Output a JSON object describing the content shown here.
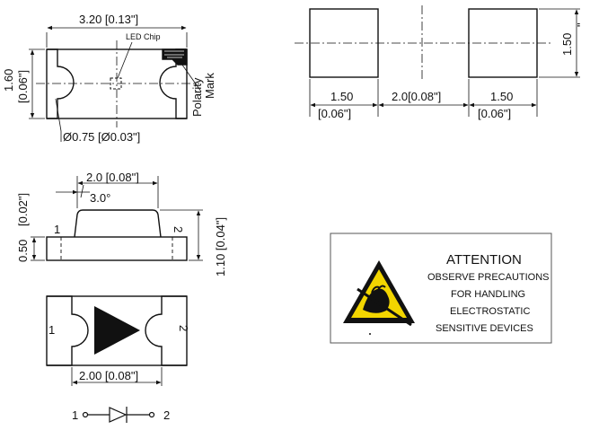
{
  "top_view": {
    "length_dim": "3.20 [0.13\"]",
    "led_chip_label": "LED Chip",
    "height_dim_mm": "1.60",
    "height_dim_in": "[0.06\"]",
    "polarity_line1": "Polarity",
    "polarity_line2": "Mark",
    "hole_dim": "Ø0.75 [Ø0.03\"]"
  },
  "pad_layout": {
    "pad_width_mm": "1.50",
    "pad_width_in": "[0.06\"]",
    "gap_dim": "2.0[0.08\"]",
    "pad2_width_mm": "1.50",
    "pad2_width_in": "[0.06\"]",
    "pad_height_mm": "1.50",
    "pad_height_in": "\""
  },
  "side_view": {
    "lens_dim": "2.0 [0.08\"]",
    "angle": "3.0°",
    "lens_height_dim": "[0.02\"]",
    "base_height_dim": "0.50",
    "total_height_dim": "1.10 [0.04\"]",
    "pin1": "1",
    "pin2": "2"
  },
  "bottom_view": {
    "pin1": "1",
    "pin2": "2",
    "width_dim": "2.00 [0.08\"]"
  },
  "schematic": {
    "pin1": "1",
    "pin2": "2"
  },
  "attention": {
    "title": "ATTENTION",
    "lines": [
      "OBSERVE PRECAUTIONS",
      "FOR HANDLING",
      "ELECTROSTATIC",
      "SENSITIVE DEVICES"
    ],
    "warning_color": "#f2d500"
  }
}
